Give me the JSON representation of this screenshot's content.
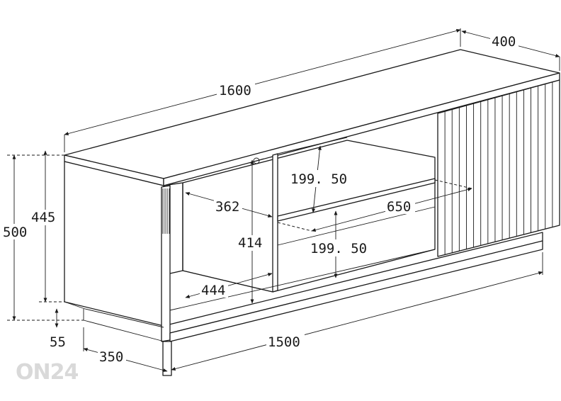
{
  "brand": {
    "watermark": "ON24"
  },
  "dimensions": {
    "total_length": "1600",
    "depth": "400",
    "total_height": "500",
    "body_height": "445",
    "leg_height": "55",
    "leg_depth": "350",
    "base_length": "1500",
    "compartment_width": "362",
    "compartment_height": "414",
    "compartment_depth": "444",
    "shelf_width": "650",
    "upper_shelf_height": "199. 50",
    "lower_shelf_height": "199. 50"
  }
}
